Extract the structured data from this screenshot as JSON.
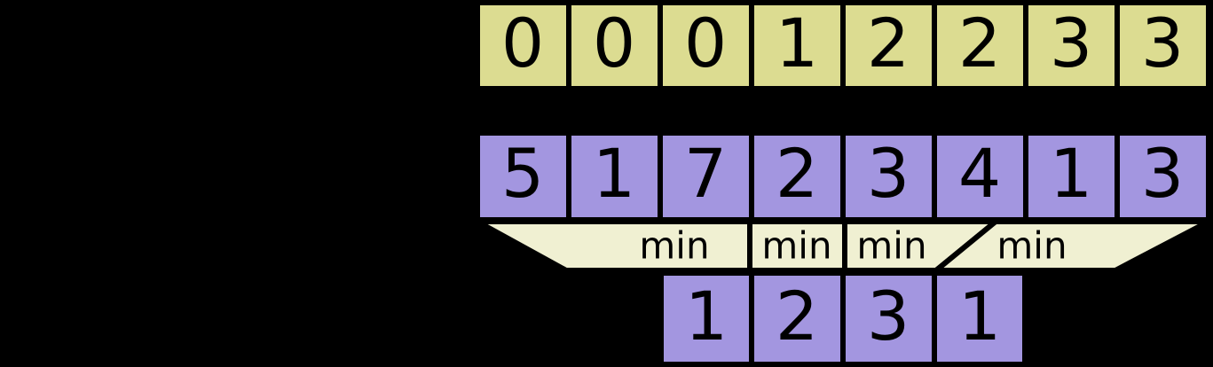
{
  "diagram": {
    "title": "segment-tree-min-reduction",
    "background_color": "#000000",
    "colors": {
      "index_row_fill": "#dcdc91",
      "value_row_fill": "#a396e0",
      "result_row_fill": "#a396e0",
      "funnel_fill": "#f0f0d2",
      "stroke": "#000000",
      "text": "#000000"
    },
    "rows": {
      "index_row": {
        "name": "index-row",
        "cells": [
          "0",
          "0",
          "0",
          "1",
          "2",
          "2",
          "3",
          "3"
        ]
      },
      "value_row": {
        "name": "value-row",
        "cells": [
          "5",
          "1",
          "7",
          "2",
          "3",
          "4",
          "1",
          "3"
        ]
      },
      "reduction_band": {
        "name": "min-reduction-band",
        "labels": [
          "min",
          "min",
          "min",
          "min"
        ]
      },
      "result_row": {
        "name": "result-row",
        "cells": [
          "1",
          "2",
          "3",
          "1"
        ]
      }
    }
  }
}
